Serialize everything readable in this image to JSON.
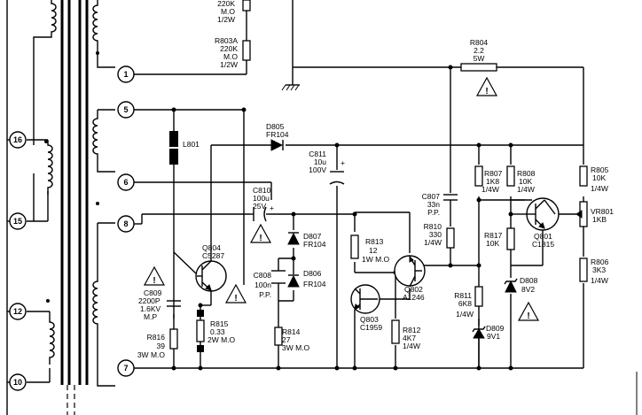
{
  "pins": [
    {
      "id": "16",
      "label": "16"
    },
    {
      "id": "15",
      "label": "15"
    },
    {
      "id": "12",
      "label": "12"
    },
    {
      "id": "10",
      "label": "10"
    },
    {
      "id": "1",
      "label": "1"
    },
    {
      "id": "5",
      "label": "5"
    },
    {
      "id": "6",
      "label": "6"
    },
    {
      "id": "8",
      "label": "8"
    },
    {
      "id": "7",
      "label": "7"
    }
  ],
  "components": {
    "r803_top": {
      "lines": [
        "220K",
        "M.O",
        "1/2W"
      ]
    },
    "r803a": {
      "lines": [
        "R803A",
        "220K",
        "M.O",
        "1/2W"
      ]
    },
    "r804": {
      "lines": [
        "R804",
        "2.2",
        "5W"
      ]
    },
    "l801": {
      "lines": [
        "L801"
      ]
    },
    "d805": {
      "lines": [
        "D805",
        "FR104"
      ]
    },
    "c811": {
      "lines": [
        "C811",
        "10u",
        "100V"
      ]
    },
    "c810": {
      "lines": [
        "C810",
        "100u",
        "25V"
      ]
    },
    "d807": {
      "lines": [
        "D807",
        "FR104"
      ]
    },
    "d806": {
      "lines": [
        "D806",
        "FR104"
      ]
    },
    "c808": {
      "lines": [
        "C808",
        "100n",
        "P.P."
      ]
    },
    "r814": {
      "lines": [
        "R814",
        "27",
        "3W  M.O"
      ]
    },
    "q804": {
      "lines": [
        "Q804",
        "C5287"
      ]
    },
    "c809": {
      "lines": [
        "C809",
        "2200P",
        "1.6KV",
        "M.P"
      ]
    },
    "r815": {
      "lines": [
        "R815",
        "0.33",
        "2W  M.O"
      ]
    },
    "r816": {
      "lines": [
        "R816",
        "39",
        "3W  M.O"
      ]
    },
    "r813": {
      "lines": [
        "R813",
        "12",
        "1W  M.O"
      ]
    },
    "q803": {
      "lines": [
        "Q803",
        "C1959"
      ]
    },
    "q802": {
      "lines": [
        "Q802",
        "A1246"
      ]
    },
    "r812": {
      "lines": [
        "R812",
        "4K7",
        "1/4W"
      ]
    },
    "c807": {
      "lines": [
        "C807",
        "33n",
        "P.P."
      ]
    },
    "r810": {
      "lines": [
        "R810",
        "330",
        "1/4W"
      ]
    },
    "r811": {
      "lines": [
        "R811",
        "6K8",
        "1/4W"
      ]
    },
    "d809": {
      "lines": [
        "D809",
        "9V1"
      ]
    },
    "r807": {
      "lines": [
        "R807",
        "1K8",
        "1/4W"
      ]
    },
    "r808": {
      "lines": [
        "R808",
        "10K",
        "1/4W"
      ]
    },
    "r817": {
      "lines": [
        "R817",
        "10K"
      ]
    },
    "q801": {
      "lines": [
        "Q801",
        "C1815"
      ]
    },
    "d808": {
      "lines": [
        "D808",
        "8V2"
      ]
    },
    "r805": {
      "lines": [
        "R805",
        "10K",
        "1/4W"
      ]
    },
    "vr801": {
      "lines": [
        "VR801",
        "1KB"
      ]
    },
    "r806": {
      "lines": [
        "R806",
        "3K3",
        "1/4W"
      ]
    }
  },
  "warning_mark": "!",
  "polarity_mark": "+"
}
